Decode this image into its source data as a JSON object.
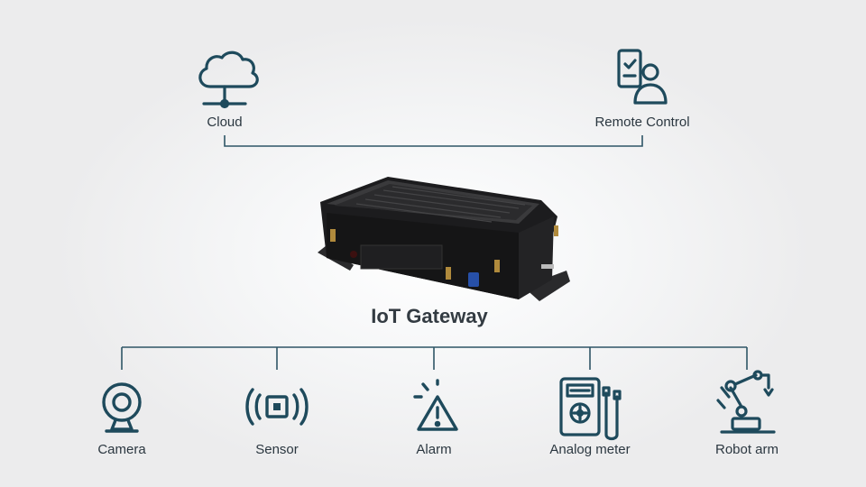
{
  "top_nodes": [
    {
      "label": "Cloud",
      "icon": "cloud-icon"
    },
    {
      "label": "Remote Control",
      "icon": "remote-control-icon"
    }
  ],
  "center": {
    "label": "IoT Gateway",
    "icon": "iot-gateway-device"
  },
  "bottom_nodes": [
    {
      "label": "Camera",
      "icon": "camera-icon"
    },
    {
      "label": "Sensor",
      "icon": "sensor-icon"
    },
    {
      "label": "Alarm",
      "icon": "alarm-icon"
    },
    {
      "label": "Analog meter",
      "icon": "analog-meter-icon"
    },
    {
      "label": "Robot arm",
      "icon": "robot-arm-icon"
    }
  ],
  "colors": {
    "icon": "#1e4a5c",
    "line": "#2e5566",
    "text": "#2b3740",
    "device": "#1c1c1e"
  }
}
